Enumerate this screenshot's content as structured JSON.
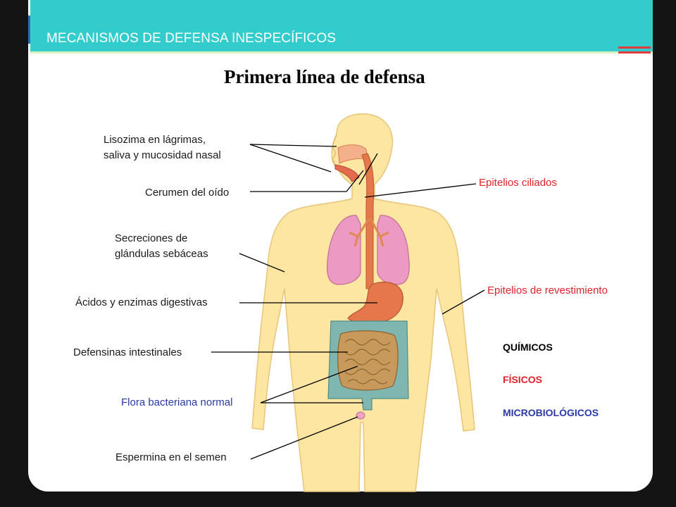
{
  "header": {
    "title": "MECANISMOS DE DEFENSA INESPECÍFICOS"
  },
  "diagram": {
    "title": "Primera línea de defensa",
    "labels": {
      "lisozima_1": "Lisozima en lágrimas,",
      "lisozima_2": "saliva y mucosidad nasal",
      "cerumen": "Cerumen del oído",
      "secreciones_1": "Secreciones de",
      "secreciones_2": "glándulas sebáceas",
      "acidos": "Ácidos y enzimas digestivas",
      "defensinas": "Defensinas intestinales",
      "flora": "Flora bacteriana normal",
      "espermina": "Espermina en el semen",
      "epitelios_ciliados": "Epitelios ciliados",
      "epitelios_revestimiento": "Epitelios de revestimiento"
    },
    "legend": {
      "quimicos": "QUÍMICOS",
      "fisicos": "FÍSICOS",
      "microbiologicos": "MICROBIOLÓGICOS"
    }
  },
  "colors": {
    "header": "#33cccc",
    "skin": "#fde6a2",
    "lungs": "#ec9ac4",
    "esophagus": "#e4784a",
    "intestine_large": "#7fb6b0",
    "intestine_small": "#c79a5b",
    "chemical": "#000000",
    "physical": "#e0222b",
    "microbiological": "#2a3aa8"
  }
}
